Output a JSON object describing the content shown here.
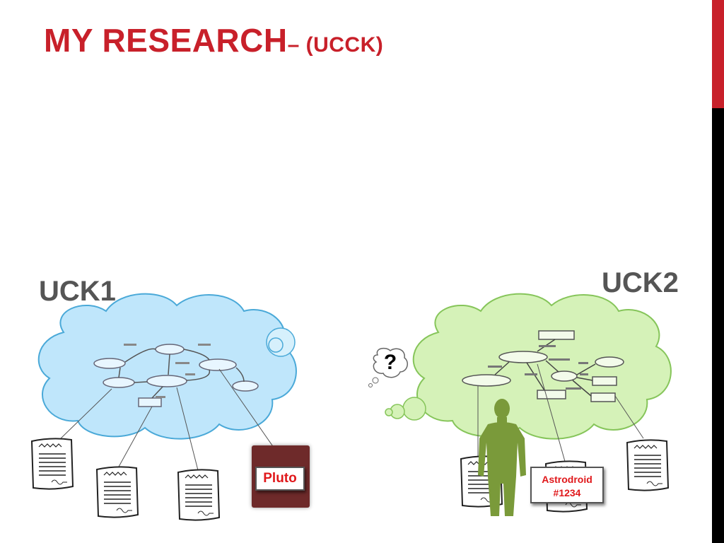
{
  "slide": {
    "title_main": "MY RESEARCH",
    "title_sub": "– (UCCK)",
    "label_left": "UCK1",
    "label_right": "UCK2",
    "pluto_label": "Pluto",
    "astrodroid_line1": "Astrodroid",
    "astrodroid_line2": "#1234",
    "thought_symbol": "?"
  },
  "colors": {
    "title": "#c8202a",
    "cloud_left_fill": "#bfe6fb",
    "cloud_left_stroke": "#4aa9d8",
    "cloud_right_fill": "#d5f2b8",
    "cloud_right_stroke": "#86c55a",
    "person": "#7a9a3a",
    "tag_text": "#e0181b"
  }
}
